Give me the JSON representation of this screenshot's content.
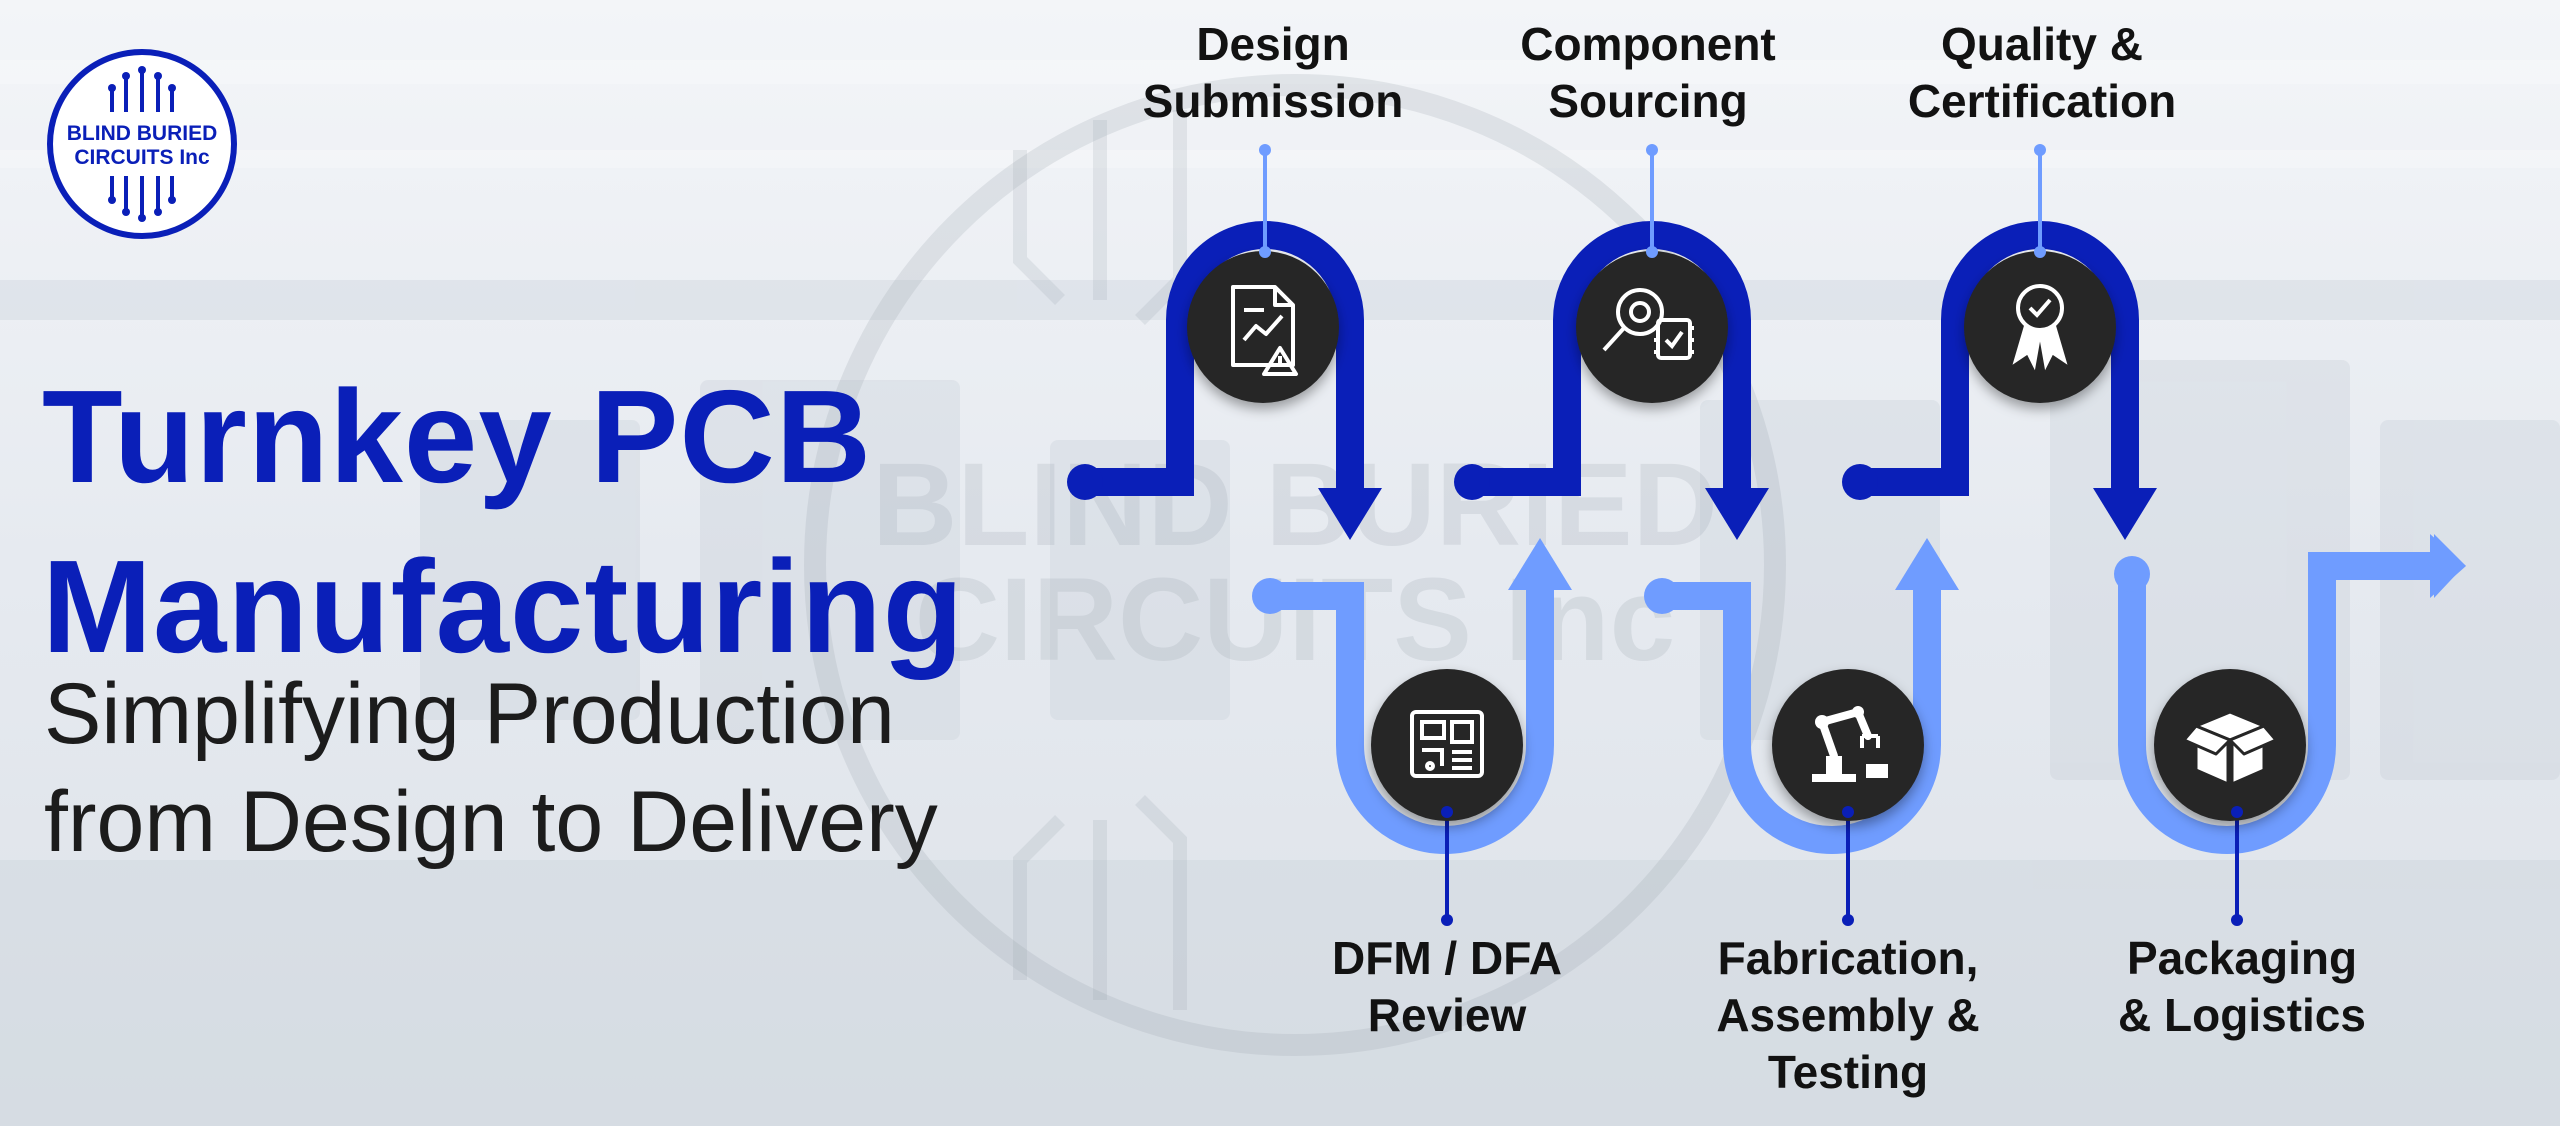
{
  "logo": {
    "line1": "BLIND BURIED",
    "line2": "CIRCUITS Inc"
  },
  "watermark": {
    "line1": "BLIND BURIED",
    "line2": "CIRCUITS Inc"
  },
  "title": {
    "line1": "Turnkey PCB",
    "line2": "Manufacturing"
  },
  "subtitle": {
    "line1": "Simplifying Production",
    "line2": "from Design to Delivery"
  },
  "colors": {
    "dark_blue": "#0a1fb8",
    "light_blue": "#6f9cff",
    "icon_circle": "#262626",
    "title": "#0a1fb8"
  },
  "steps": [
    {
      "line1": "Design",
      "line2": "Submission",
      "icon": "document-analysis-icon"
    },
    {
      "line1": "DFM / DFA",
      "line2": "Review",
      "icon": "circuit-board-icon"
    },
    {
      "line1": "Component",
      "line2": "Sourcing",
      "icon": "magnifier-chip-icon"
    },
    {
      "line1": "Fabrication,",
      "line2": "Assembly &",
      "line3": "Testing",
      "icon": "robot-arm-icon"
    },
    {
      "line1": "Quality &",
      "line2": "Certification",
      "icon": "certificate-badge-icon"
    },
    {
      "line1": "Packaging",
      "line2": "& Logistics",
      "icon": "box-icon"
    }
  ]
}
